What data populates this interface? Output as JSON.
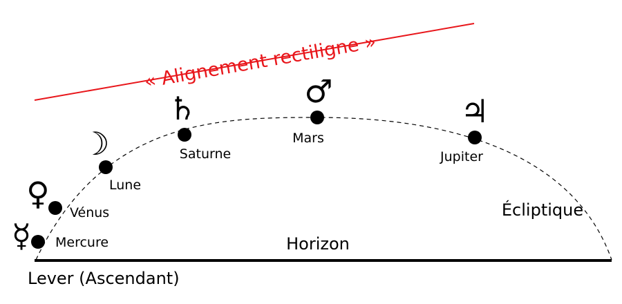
{
  "title": "« Alignement rectiligne »",
  "horizon_label": "Horizon",
  "ecliptic_label": "Écliptique",
  "rising_label": "Lever (Ascendant)",
  "colors": {
    "alignment_line": "#e8161b",
    "ink": "#000000"
  },
  "planets": [
    {
      "name": "Mercure",
      "symbol": "☿",
      "icon": "mercury-symbol-icon"
    },
    {
      "name": "Vénus",
      "symbol": "♀",
      "icon": "venus-symbol-icon"
    },
    {
      "name": "Lune",
      "symbol": "☽",
      "icon": "moon-symbol-icon"
    },
    {
      "name": "Saturne",
      "symbol": "♄",
      "icon": "saturn-symbol-icon"
    },
    {
      "name": "Mars",
      "symbol": "♂",
      "icon": "mars-symbol-icon"
    },
    {
      "name": "Jupiter",
      "symbol": "♃",
      "icon": "jupiter-symbol-icon"
    }
  ]
}
